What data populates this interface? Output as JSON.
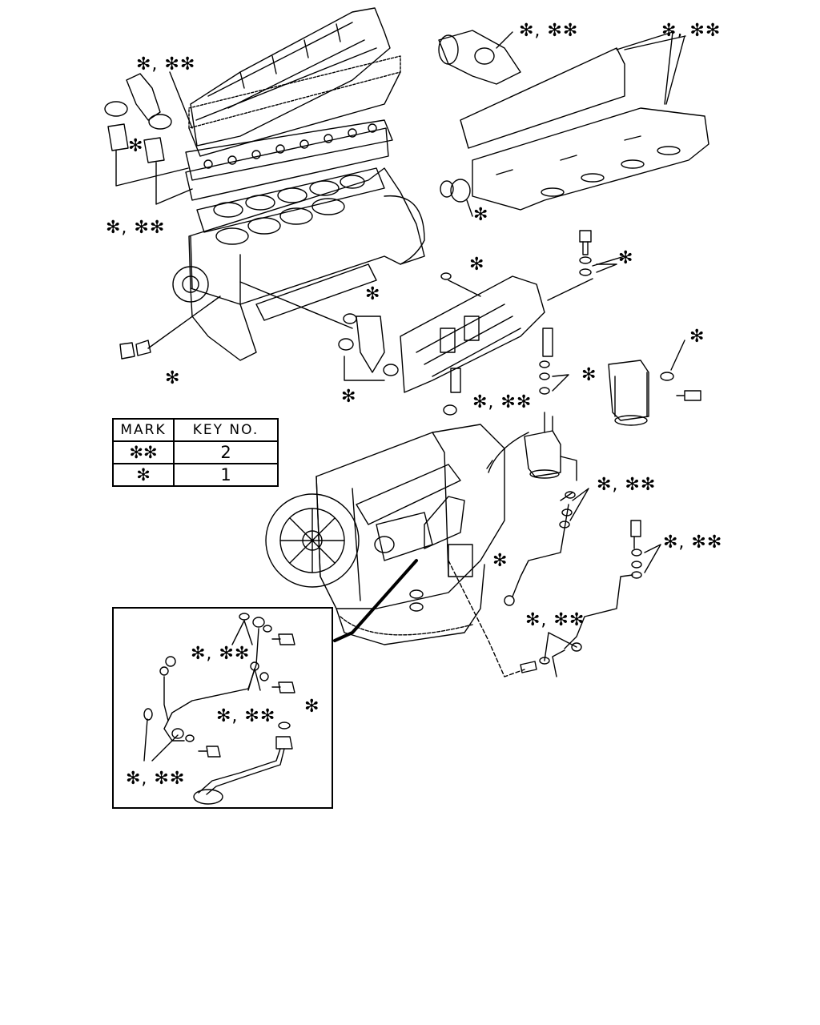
{
  "labels": {
    "thermostat_group": "✻, ✻✻",
    "thermostat_single": "✻",
    "head_gasket": "✻, ✻✻",
    "water_outlet": "✻, ✻✻",
    "exhaust_manifold": "✻, ✻✻",
    "outlet_oring": "✻",
    "oil_cooler_ring": "✻",
    "bolt_washers": "✻",
    "thermostat_housing_oring": "✻",
    "front_seal": "✻",
    "oil_cooler_gaskets": "✻",
    "injector_seal": "✻, ✻✻",
    "fuel_washers": "✻",
    "filter_gasket": "✻",
    "fuel_pipe_washers": "✻, ✻✻",
    "oil_pipe_washers": "✻, ✻✻",
    "sump": "✻",
    "return_pipe_washers": "✻, ✻✻",
    "inset_upper": "✻, ✻✻",
    "inset_middle": "✻, ✻✻",
    "inset_oring": "✻",
    "inset_lower": "✻, ✻✻"
  },
  "key_table": {
    "header_mark": "MARK",
    "header_key": "KEY  NO.",
    "rows": [
      {
        "mark": "✻✻",
        "key": "2"
      },
      {
        "mark": "✻",
        "key": "1"
      }
    ]
  }
}
